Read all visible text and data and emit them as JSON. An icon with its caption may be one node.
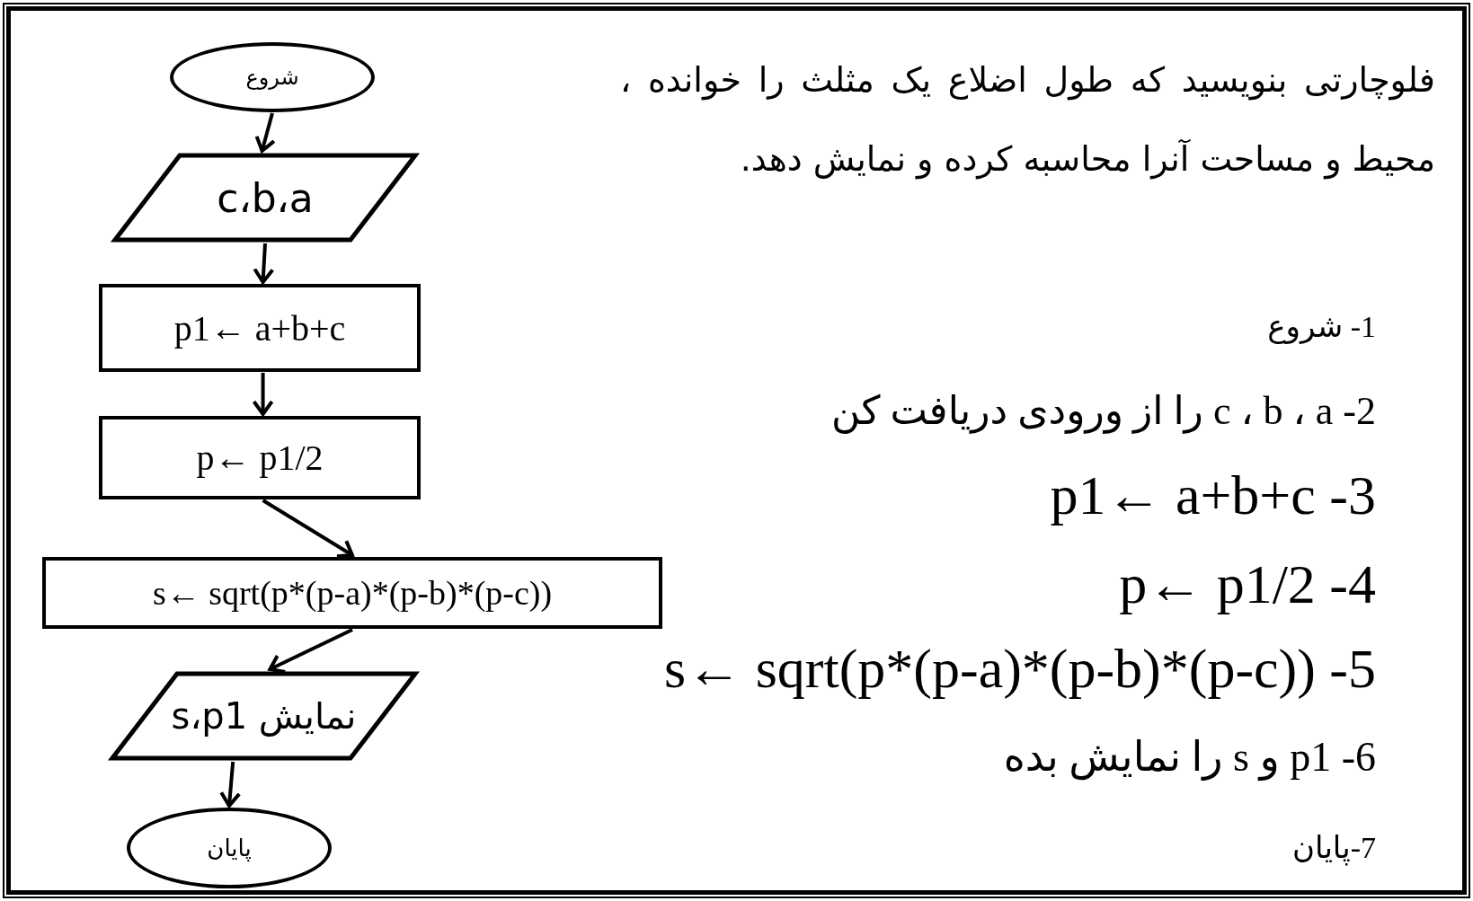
{
  "diagram": {
    "title": "فلوچارتی بنویسید که طول اضلاع یک مثلث را خوانده ، محیط و مساحت آنرا محاسبه کرده و نمایش دهد.",
    "nodes": [
      {
        "text": [
          "شروع"
        ]
      },
      {
        "text": [
          "c،b،a"
        ]
      },
      {
        "text": [
          "p1← a+b+c"
        ]
      },
      {
        "text": [
          "p← p1/2"
        ]
      },
      {
        "text": [
          "s← sqrt(p*(p-a)*(p-b)*(p-c))"
        ]
      },
      {
        "text": [
          "نمایش s،p1"
        ]
      },
      {
        "text": [
          "پایان"
        ]
      }
    ],
    "edges": [
      {
        "from": 0,
        "to": 1,
        "arrow": "to"
      },
      {
        "from": 1,
        "to": 2,
        "arrow": "to"
      },
      {
        "from": 2,
        "to": 3,
        "arrow": "to"
      },
      {
        "from": 3,
        "to": 4,
        "arrow": "to"
      },
      {
        "from": 4,
        "to": 5,
        "arrow": "to"
      },
      {
        "from": 5,
        "to": 6,
        "arrow": "to"
      }
    ],
    "labels": [
      "1- شروع",
      "2- c ، b ، a را از ورودی دریافت کن",
      "p1← a+b+c -3",
      "p← p1/2 -4",
      "s← sqrt(p*(p-a)*(p-b)*(p-c)) -5",
      "6- p1 و s را نمایش بده",
      "7-پایان"
    ]
  }
}
